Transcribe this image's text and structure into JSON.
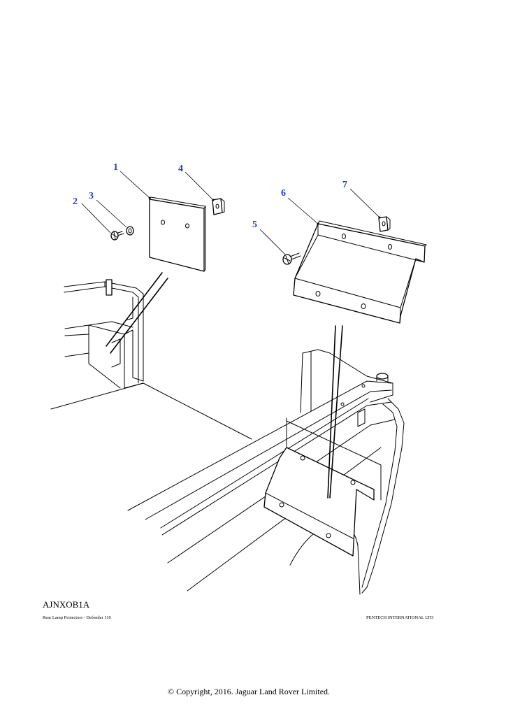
{
  "diagram": {
    "callouts": [
      "1",
      "2",
      "3",
      "4",
      "5",
      "6",
      "7"
    ],
    "reference_code": "AJNXOB1A",
    "caption": "Rear Lamp Protectors - Defender 110",
    "company": "PENTECH INTERNATIONAL LTD"
  },
  "footer": {
    "copyright": "© Copyright, 2016. Jaguar Land Rover Limited."
  },
  "colors": {
    "callout": "#1f3fcc",
    "line": "#000000",
    "background": "#ffffff"
  }
}
